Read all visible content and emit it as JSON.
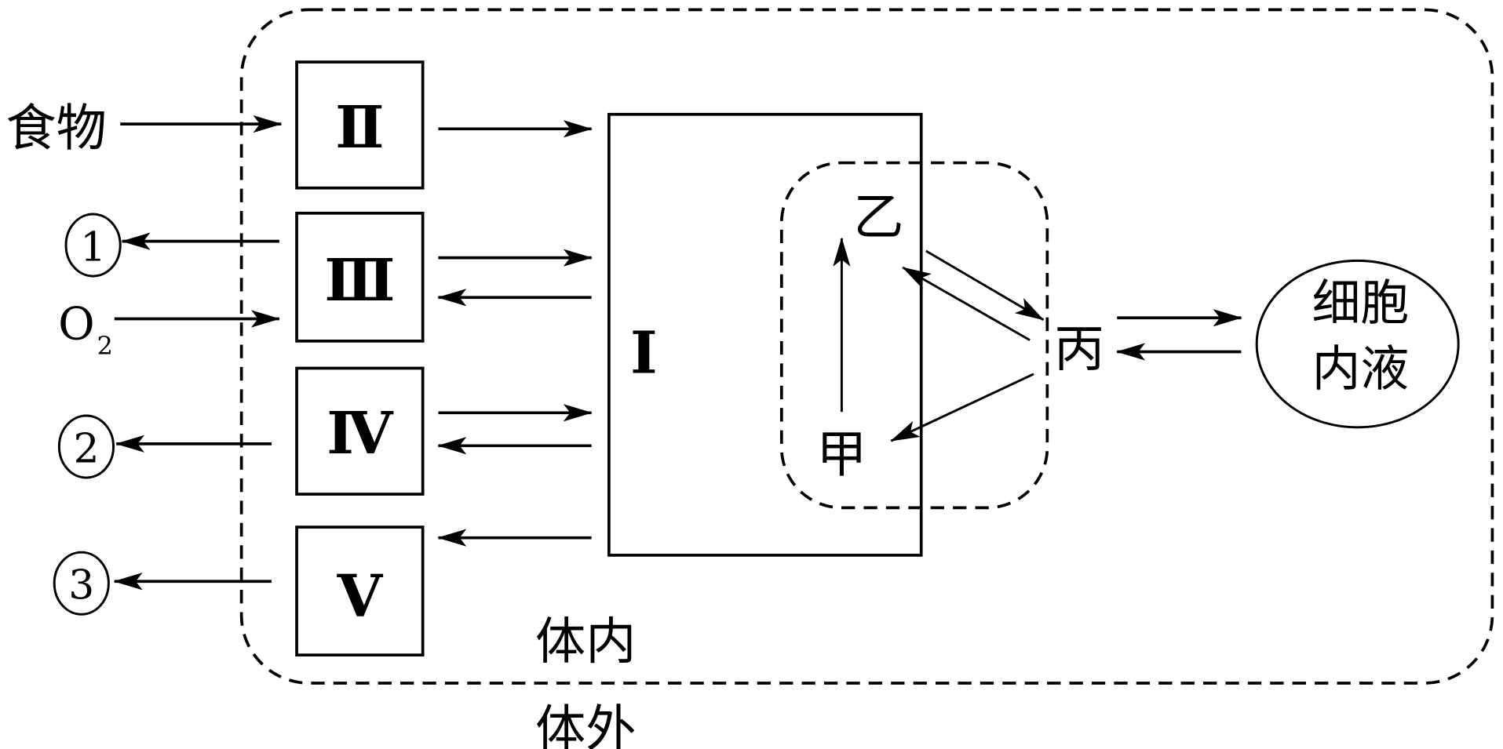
{
  "diagram": {
    "title": "人体与外界环境的物质交换示意图",
    "regions": {
      "inside_label": "体内",
      "outside_label": "体外"
    },
    "inputs": {
      "food": "食物",
      "oxygen": "O",
      "oxygen_subscript": "2"
    },
    "outputs": {
      "out1": "①",
      "out2": "②",
      "out3": "③"
    },
    "systems": {
      "I": "Ⅰ",
      "II": "Ⅱ",
      "III": "Ⅲ",
      "IV": "Ⅳ",
      "V": "Ⅴ"
    },
    "fluids": {
      "jia": "甲",
      "yi": "乙",
      "bing": "丙",
      "intracellular_line1": "细胞",
      "intracellular_line2": "内液"
    },
    "edges": [
      {
        "from": "食物",
        "to": "Ⅱ"
      },
      {
        "from": "Ⅱ",
        "to": "Ⅰ"
      },
      {
        "from": "Ⅲ",
        "to": "①"
      },
      {
        "from": "O2",
        "to": "Ⅲ"
      },
      {
        "from": "Ⅲ",
        "to": "Ⅰ"
      },
      {
        "from": "Ⅰ",
        "to": "Ⅲ"
      },
      {
        "from": "Ⅳ",
        "to": "Ⅰ"
      },
      {
        "from": "Ⅰ",
        "to": "Ⅳ"
      },
      {
        "from": "Ⅳ",
        "to": "②"
      },
      {
        "from": "Ⅰ",
        "to": "Ⅴ"
      },
      {
        "from": "Ⅴ",
        "to": "③"
      },
      {
        "from": "甲",
        "to": "乙"
      },
      {
        "from": "乙",
        "to": "丙"
      },
      {
        "from": "丙",
        "to": "乙"
      },
      {
        "from": "丙",
        "to": "甲"
      },
      {
        "from": "丙",
        "to": "细胞内液"
      },
      {
        "from": "细胞内液",
        "to": "丙"
      }
    ]
  }
}
